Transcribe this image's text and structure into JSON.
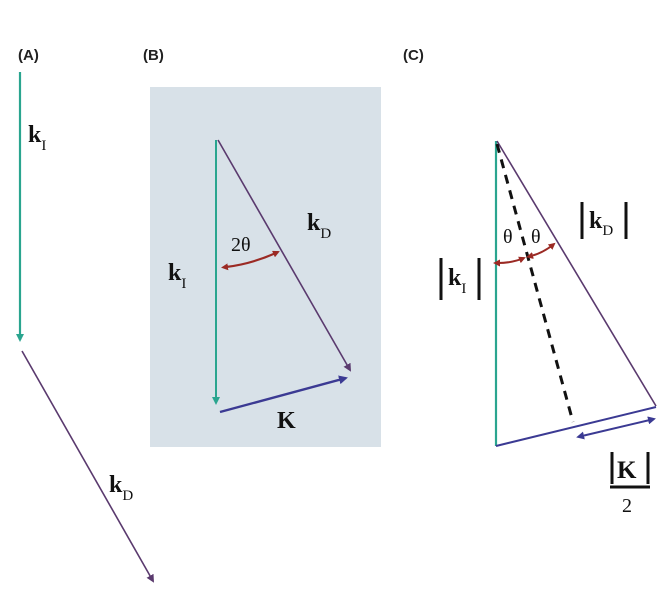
{
  "figure": {
    "panels": [
      {
        "id": "A",
        "label": "(A)",
        "vectors": [
          {
            "name": "incident",
            "symbol": "k",
            "subscript": "I"
          },
          {
            "name": "diffracted",
            "symbol": "k",
            "subscript": "D"
          }
        ]
      },
      {
        "id": "B",
        "label": "(B)",
        "angle_label": "2θ",
        "vectors": [
          {
            "name": "incident",
            "symbol": "k",
            "subscript": "I"
          },
          {
            "name": "diffracted",
            "symbol": "k",
            "subscript": "D"
          },
          {
            "name": "scattering",
            "symbol": "K",
            "subscript": ""
          }
        ]
      },
      {
        "id": "C",
        "label": "(C)",
        "angle_left": "θ",
        "angle_right": "θ",
        "magnitudes": [
          {
            "name": "incident-magnitude",
            "symbol": "k",
            "subscript": "I"
          },
          {
            "name": "diffracted-magnitude",
            "symbol": "k",
            "subscript": "D"
          }
        ],
        "half_K": {
          "numerator": "K",
          "denominator": "2"
        }
      }
    ],
    "colors": {
      "incident": "#2aa58f",
      "diffracted": "#5a3a6e",
      "scattering": "#3b3a93",
      "angle_arc": "#9b2a24",
      "box_fill": "#d8e1e8",
      "dashed": "#111111"
    }
  }
}
